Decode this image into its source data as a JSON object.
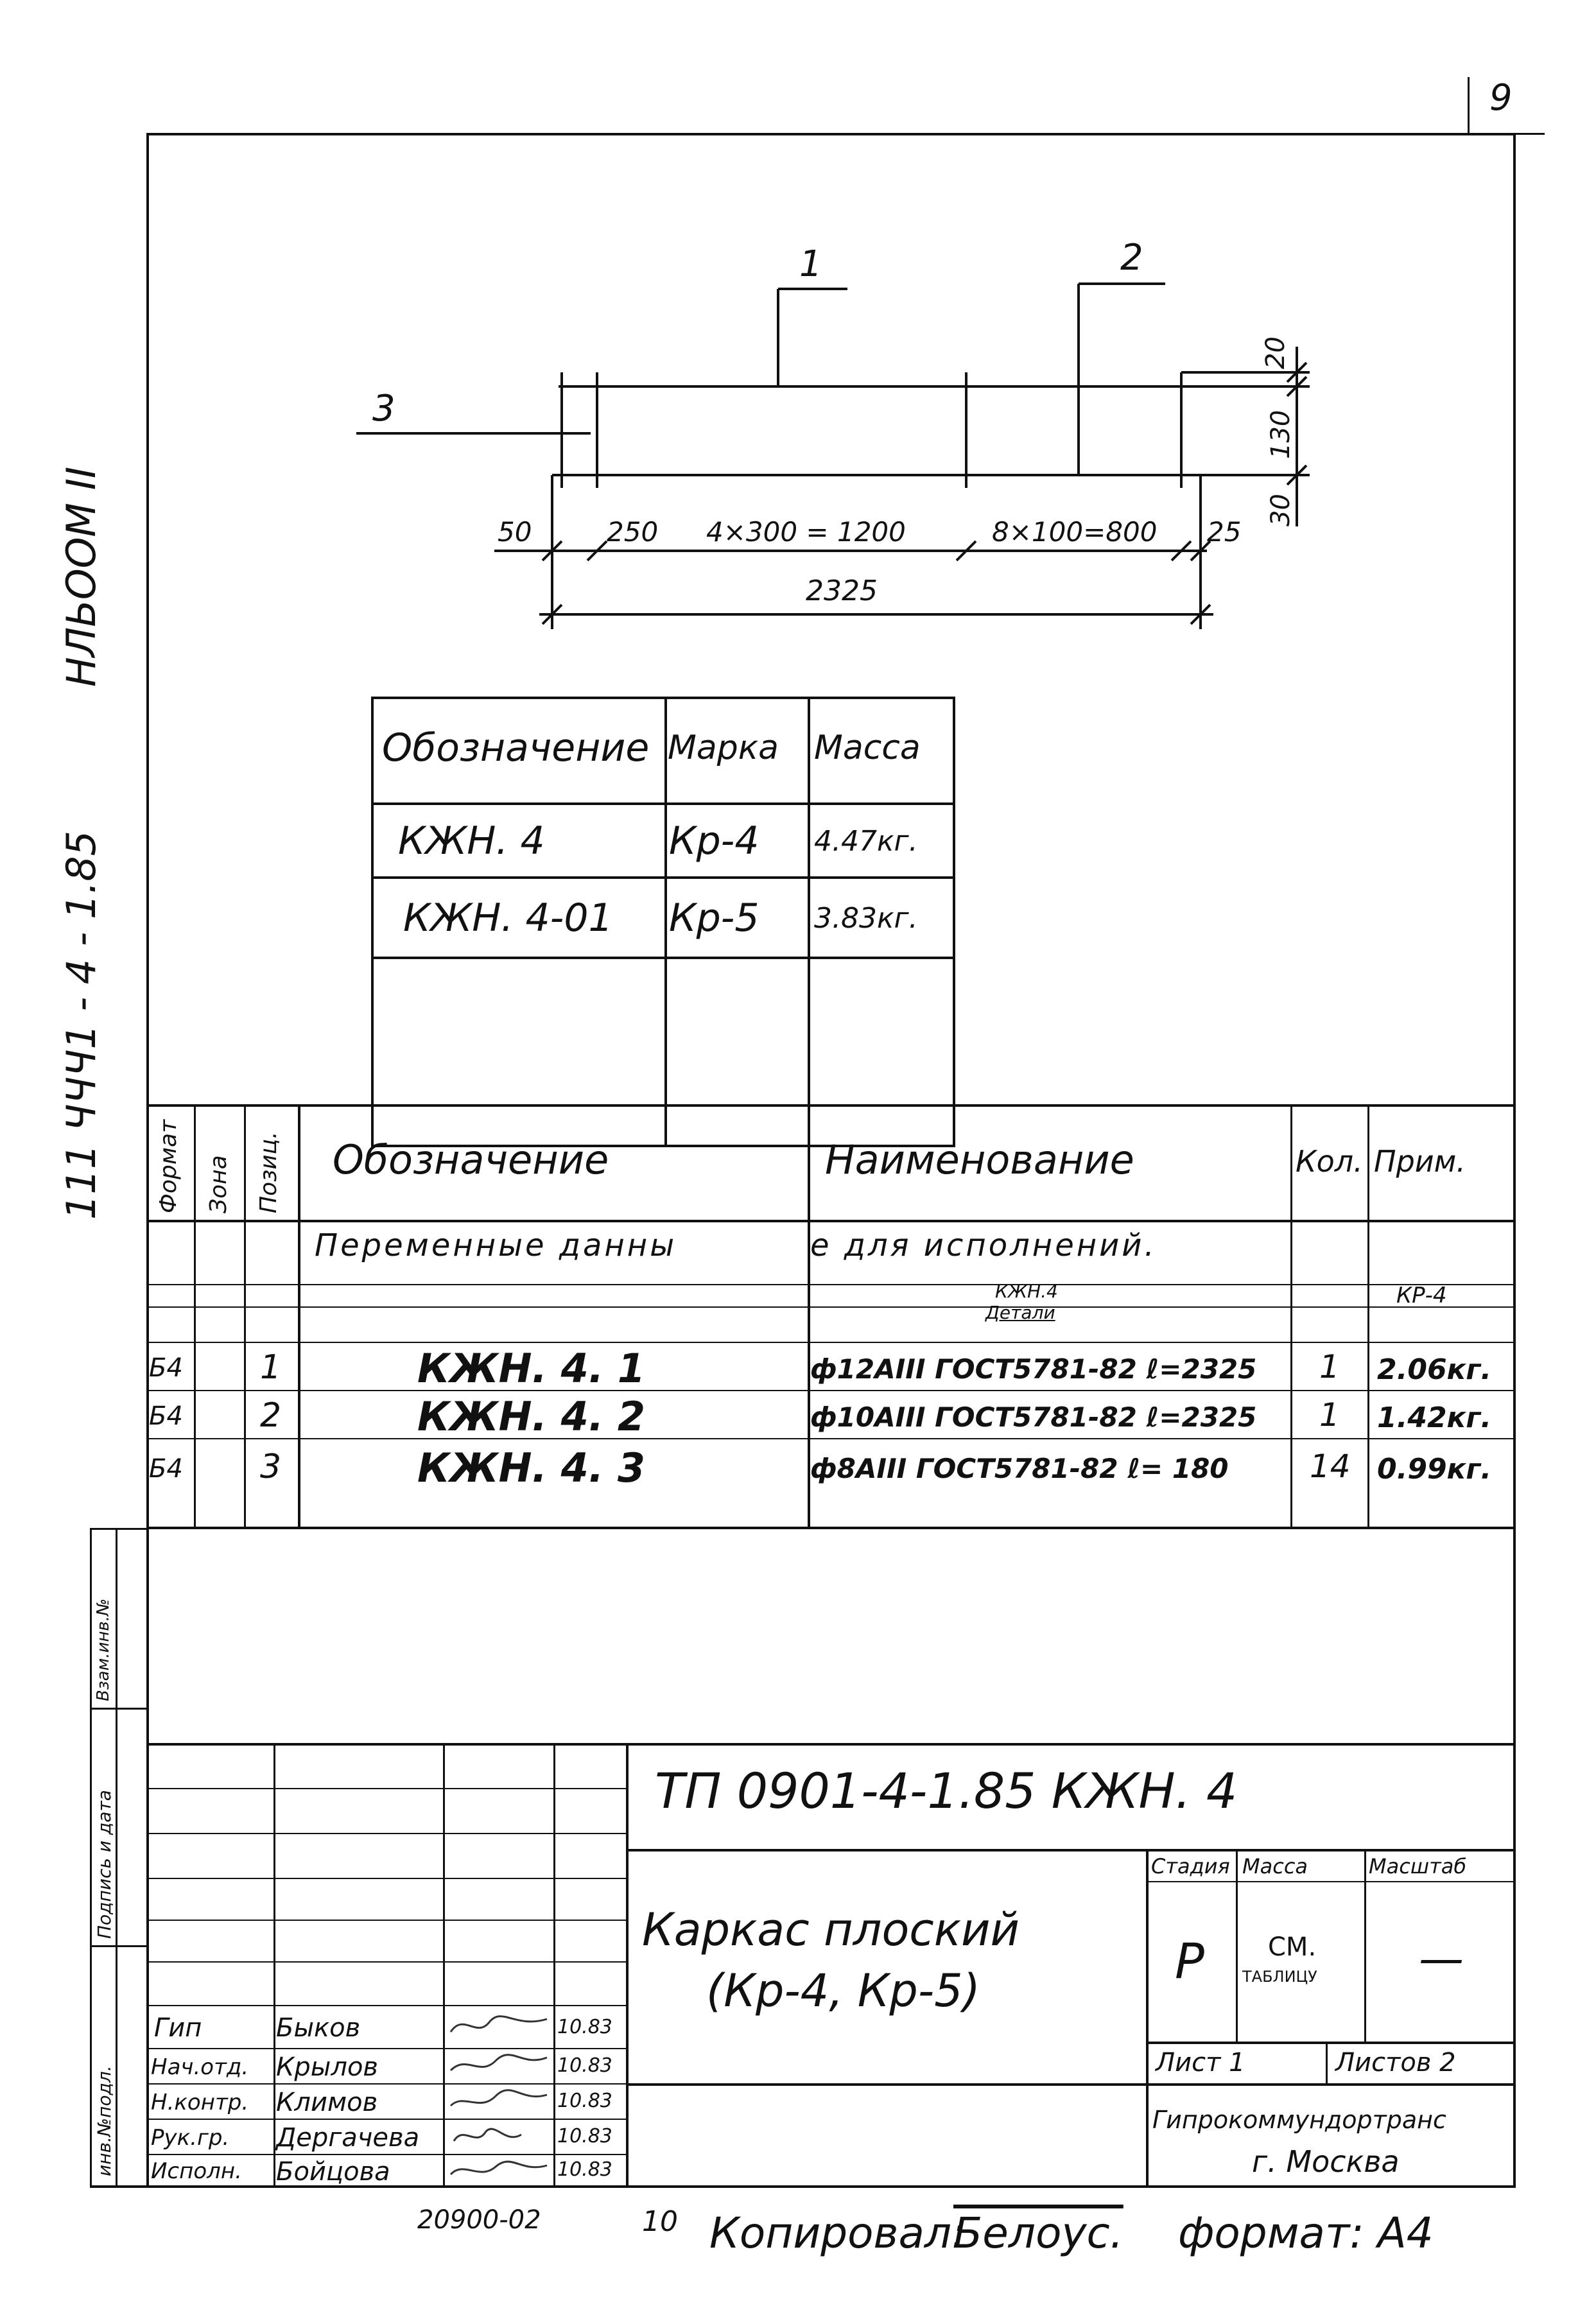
{
  "sheet_number": "9",
  "left_margin": {
    "album_code": "111 ЧЧЧ1 - 4 - 1.85",
    "album_label": "НЛЬООМ II",
    "stamp_inv_podl": "инв.№подл.",
    "stamp_podpis": "Подпись и дата",
    "stamp_vzam": "Взам.инв.№"
  },
  "drawing": {
    "leader_1": "1",
    "leader_2": "2",
    "leader_3": "3",
    "dim_20": "20",
    "dim_130": "130",
    "dim_30": "30",
    "dim_50": "50",
    "dim_250": "250",
    "dim_4x300": "4×300 = 1200",
    "dim_8x100": "8×100=800",
    "dim_25": "25",
    "dim_total": "2325"
  },
  "variants_table": {
    "headers": [
      "Обозначение",
      "Марка",
      "Масса"
    ],
    "rows": [
      [
        "КЖН. 4",
        "Кр-4",
        "4.47кг."
      ],
      [
        "КЖН. 4-01",
        "Кр-5",
        "3.83кг."
      ],
      [
        "",
        "",
        ""
      ]
    ]
  },
  "spec_table": {
    "headers": {
      "format": "Формат",
      "zone": "Зона",
      "position": "Позиц.",
      "designation": "Обозначение",
      "name": "Наименование",
      "qty": "Кол.",
      "note": "Прим."
    },
    "variable_data_left": "Переменные данны",
    "variable_data_right": "е для исполнений.",
    "subheader_kzh": "КЖН.4",
    "subheader_details": "Детали",
    "note_kr4": "КР-4",
    "rows": [
      {
        "format": "Б4",
        "zone": "",
        "pos": "1",
        "designation": "КЖН. 4. 1",
        "name": "ф12АIII ГОСТ5781-82 ℓ=2325",
        "qty": "1",
        "note": "2.06кг."
      },
      {
        "format": "Б4",
        "zone": "",
        "pos": "2",
        "designation": "КЖН. 4. 2",
        "name": "ф10АIII ГОСТ5781-82 ℓ=2325",
        "qty": "1",
        "note": "1.42кг."
      },
      {
        "format": "Б4",
        "zone": "",
        "pos": "3",
        "designation": "КЖН. 4. 3",
        "name": "ф8АIII ГОСТ5781-82 ℓ= 180",
        "qty": "14",
        "note": "0.99кг."
      }
    ]
  },
  "title_block": {
    "doc_code": "ТП  0901-4-1.85   КЖН. 4",
    "title_line1": "Каркас  плоский",
    "title_line2": "(Кр-4,  Кр-5)",
    "stage_label": "Стадия",
    "mass_label": "Масса",
    "scale_label": "Масштаб",
    "stage_value": "Р",
    "mass_value_1": "СМ.",
    "mass_value_2": "ТАБЛИЦУ",
    "scale_value": "—",
    "sheet_label": "Лист 1",
    "sheets_label": "Листов 2",
    "org_line1": "Гипрокоммундортранс",
    "org_line2": "г. Москва",
    "signers": [
      {
        "role": "Гип",
        "name": "Быков",
        "date": "10.83"
      },
      {
        "role": "Нач.отд.",
        "name": "Крылов",
        "date": "10.83"
      },
      {
        "role": "Н.контр.",
        "name": "Климов",
        "date": "10.83"
      },
      {
        "role": "Рук.гр.",
        "name": "Дергачева",
        "date": "10.83"
      },
      {
        "role": "Исполн.",
        "name": "Бойцова",
        "date": "10.83"
      }
    ]
  },
  "footer": {
    "order_number": "20900-02",
    "copy_number": "10",
    "copied_label": "Копировал:",
    "copied_sign": "Белоус.",
    "format_label": "формат: А4"
  }
}
